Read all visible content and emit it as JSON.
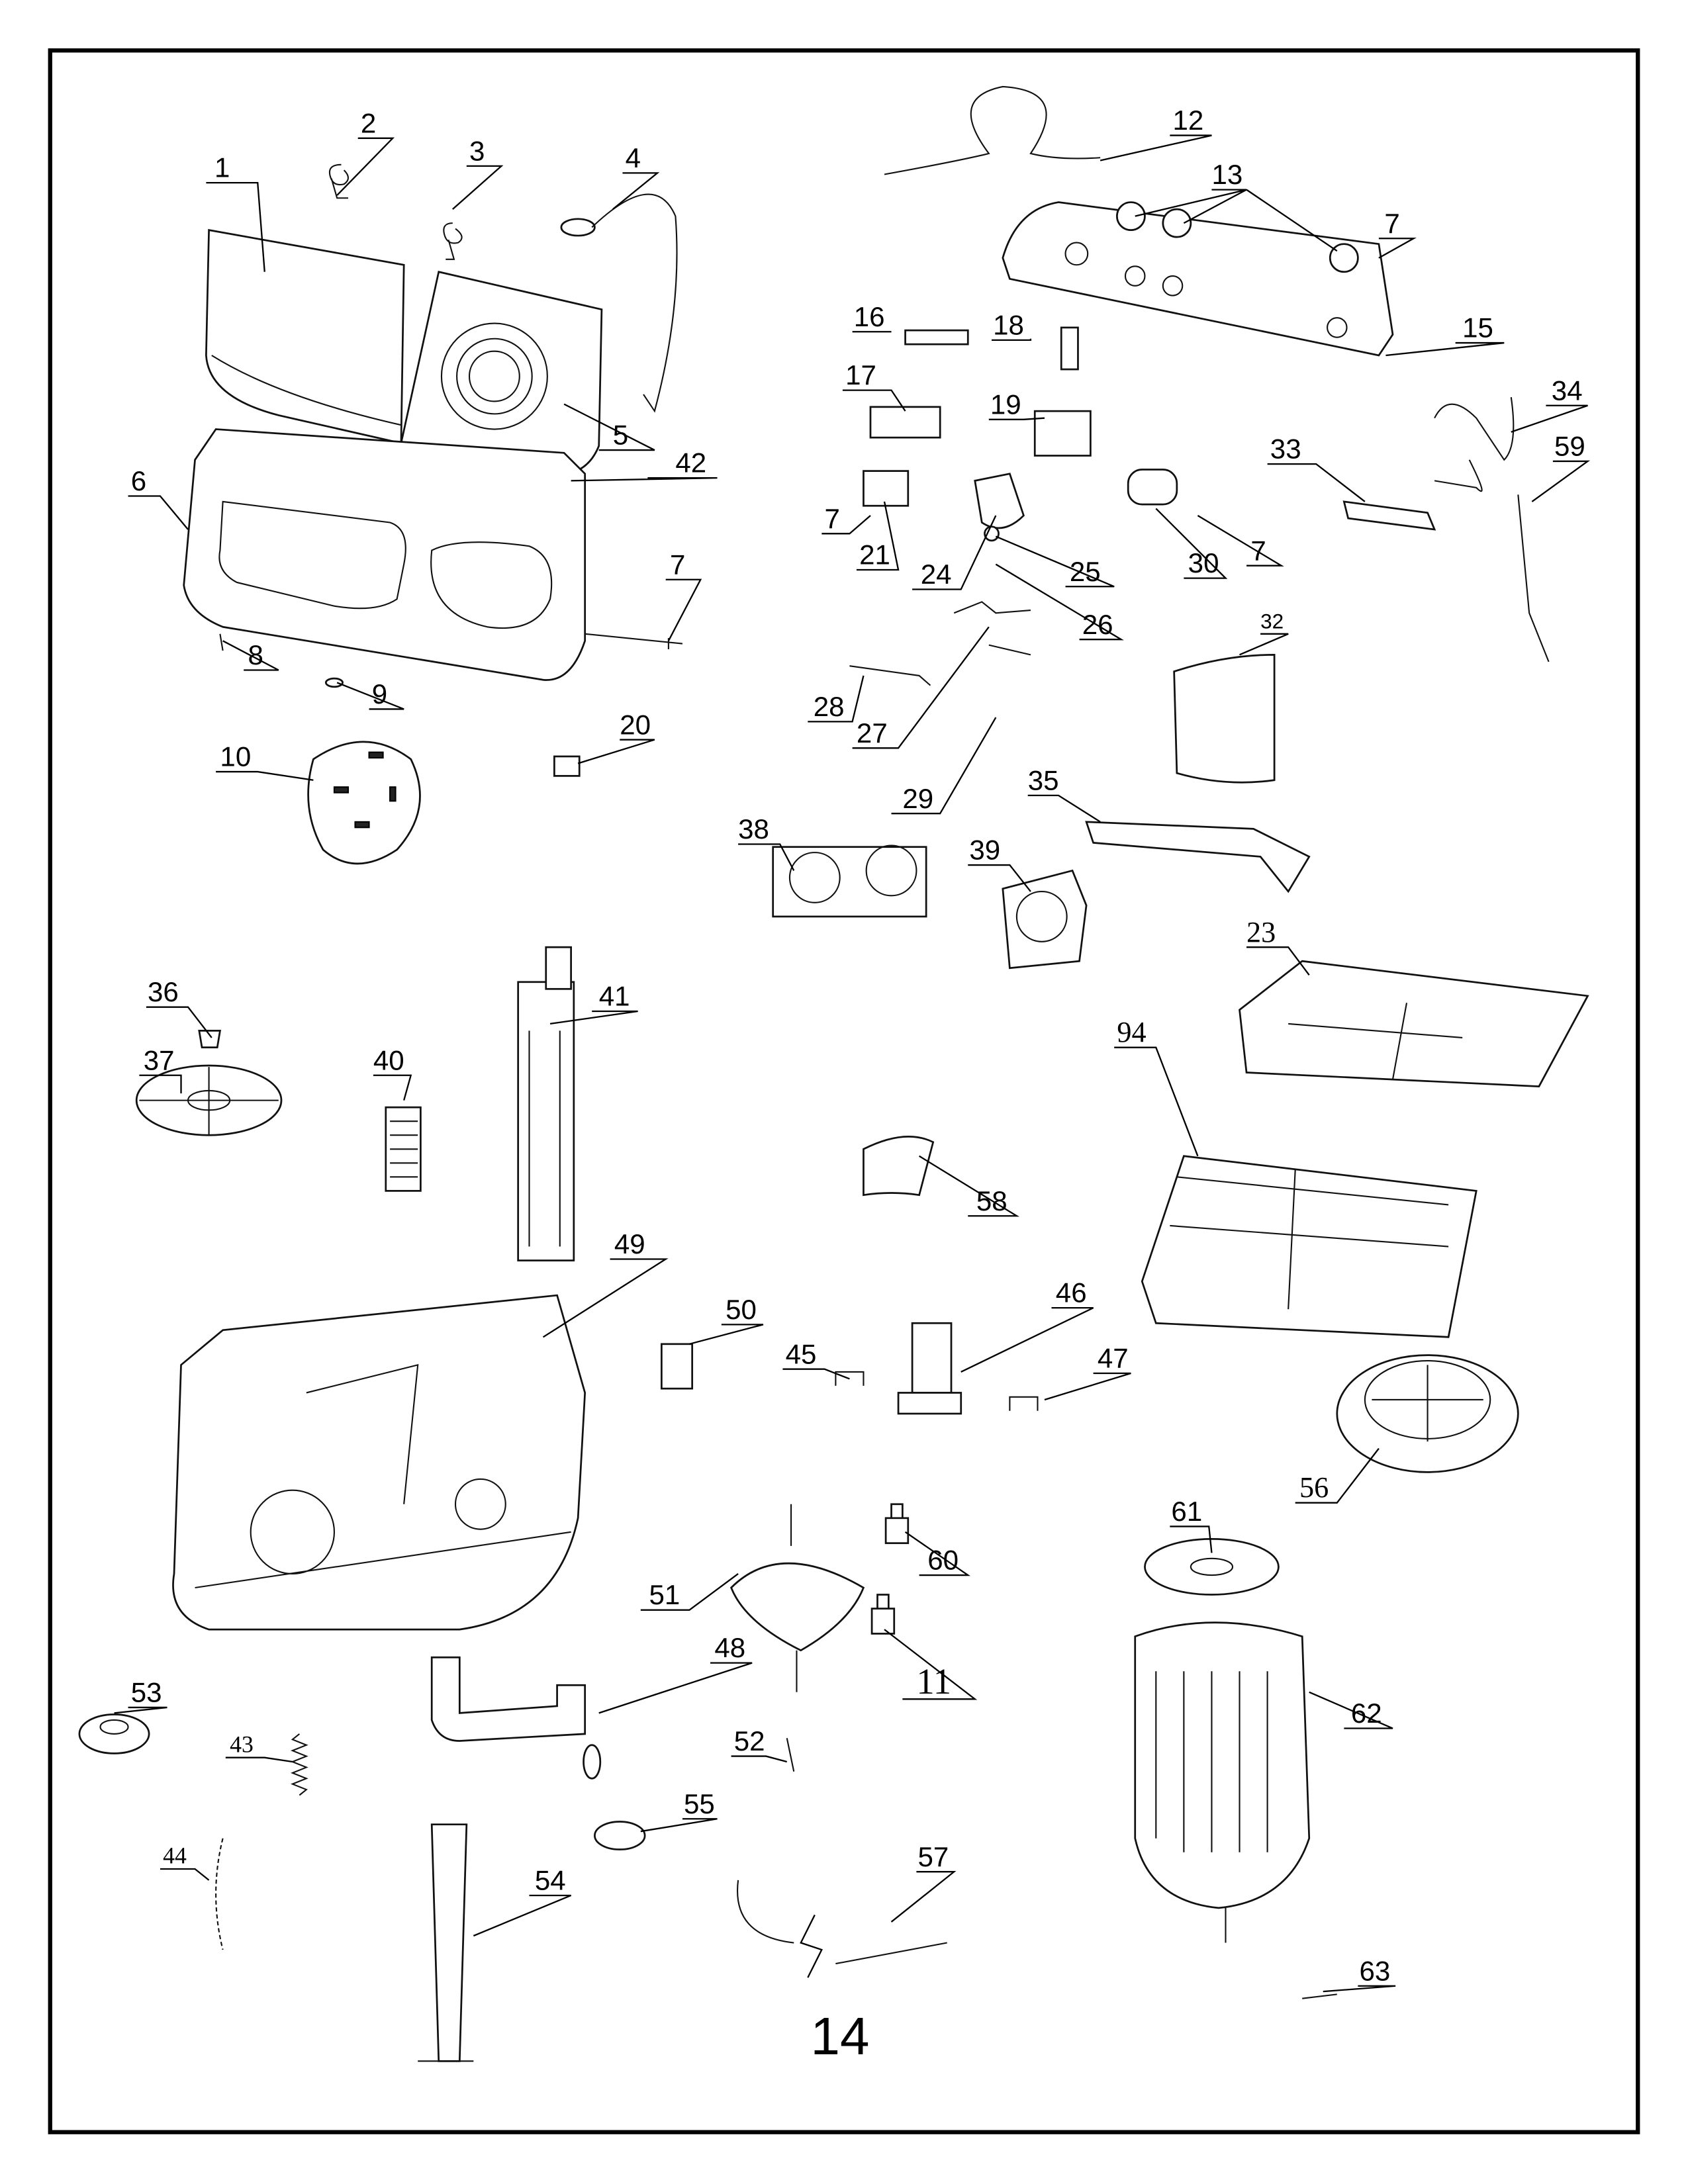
{
  "diagram": {
    "title": "Exploded parts diagram - twin tub washing machine",
    "callouts": [
      "1",
      "2",
      "3",
      "4",
      "5",
      "42",
      "6",
      "7",
      "8",
      "9",
      "10",
      "20",
      "12",
      "13",
      "7",
      "16",
      "15",
      "18",
      "17",
      "19",
      "34",
      "33",
      "59",
      "7",
      "21",
      "24",
      "25",
      "30",
      "7",
      "26",
      "28",
      "27",
      "32",
      "29",
      "35",
      "38",
      "39",
      "23",
      "36",
      "41",
      "40",
      "37",
      "94",
      "58",
      "49",
      "50",
      "46",
      "45",
      "47",
      "56",
      "61",
      "60",
      "51",
      "62",
      "11",
      "48",
      "53",
      "43",
      "52",
      "55",
      "44",
      "54",
      "57",
      "14",
      "63"
    ],
    "colors": {
      "line": "#000000",
      "background": "#ffffff"
    }
  }
}
